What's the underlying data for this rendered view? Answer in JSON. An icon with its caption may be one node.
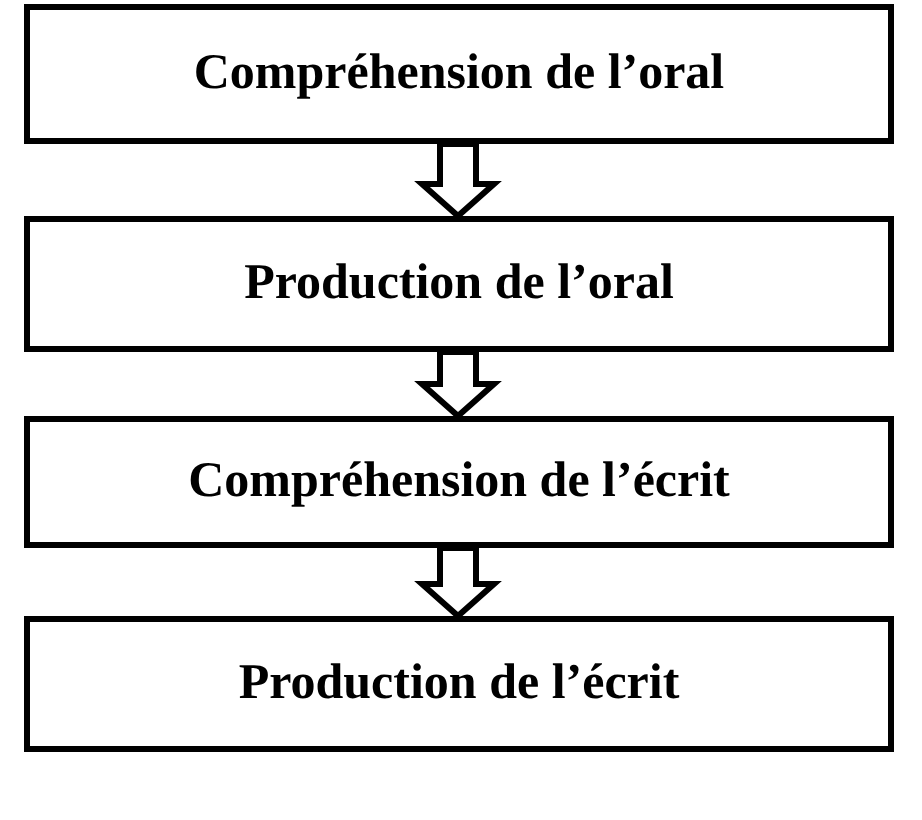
{
  "diagram": {
    "nodes": [
      {
        "text": [
          "Compréhension de l’oral"
        ]
      },
      {
        "text": [
          "Production de l’oral"
        ]
      },
      {
        "text": [
          "Compréhension de l’écrit"
        ]
      },
      {
        "text": [
          "Production de l’écrit"
        ]
      }
    ],
    "edges": [
      {
        "from": 0,
        "to": 1,
        "arrow": "to"
      },
      {
        "from": 1,
        "to": 2,
        "arrow": "to"
      },
      {
        "from": 2,
        "to": 3,
        "arrow": "to"
      }
    ]
  }
}
